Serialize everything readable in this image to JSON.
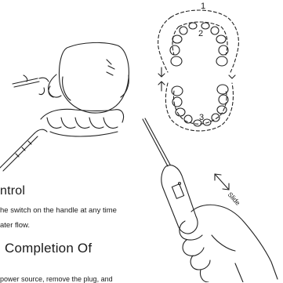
{
  "diagram": {
    "arch_labels": [
      "1",
      "2",
      "3"
    ],
    "slide_label": "Slide"
  },
  "text": {
    "control_heading": "ntrol",
    "control_line1": "he switch on the handle at any time",
    "control_line2": "ater flow.",
    "completion_heading": "Completion Of",
    "completion_line1": "power source, remove the plug, and"
  }
}
